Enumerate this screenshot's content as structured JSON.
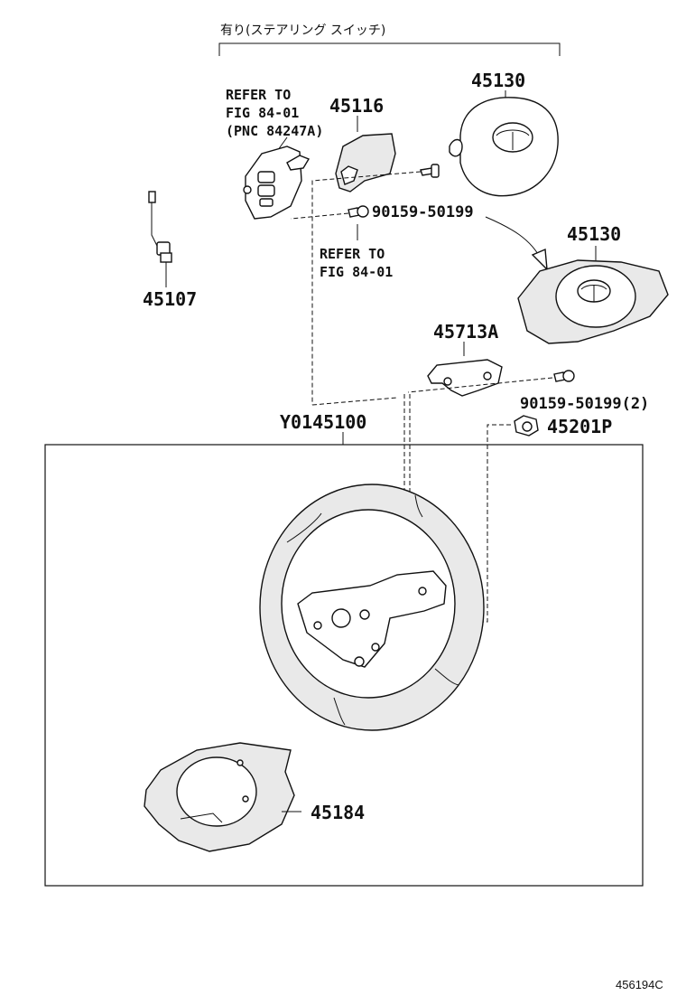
{
  "header": {
    "option_label": "有り(ステアリング スイッチ)"
  },
  "parts": {
    "p45130_top": "45130",
    "p45130_side": "45130",
    "p45116": "45116",
    "p45107": "45107",
    "p45713A": "45713A",
    "p90159_a": "90159-50199",
    "p90159_b": "90159-50199(2)",
    "p45201P": "45201P",
    "pY0145100": "Y0145100",
    "p45184": "45184"
  },
  "refs": {
    "ref1_line1": "REFER TO",
    "ref1_line2": "FIG 84-01",
    "ref1_line3": "(PNC 84247A)",
    "ref2_line1": "REFER TO",
    "ref2_line2": "FIG 84-01"
  },
  "footer": {
    "figure_code": "456194C"
  }
}
